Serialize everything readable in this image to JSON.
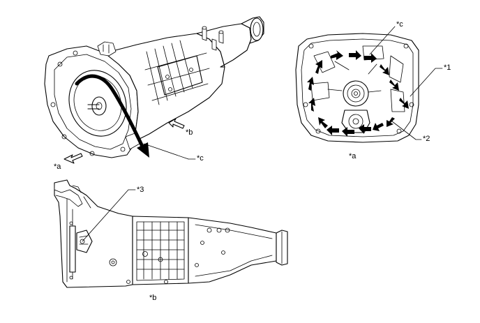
{
  "labels": {
    "view_a": "*a",
    "view_b": "*b",
    "view_b_bottom": "*b",
    "view_a_right": "*a",
    "callout_c_left": "*c",
    "callout_c_right": "*c",
    "callout_1": "*1",
    "callout_2": "*2",
    "callout_3": "*3"
  },
  "colors": {
    "ink": "#000000",
    "background": "#ffffff"
  }
}
